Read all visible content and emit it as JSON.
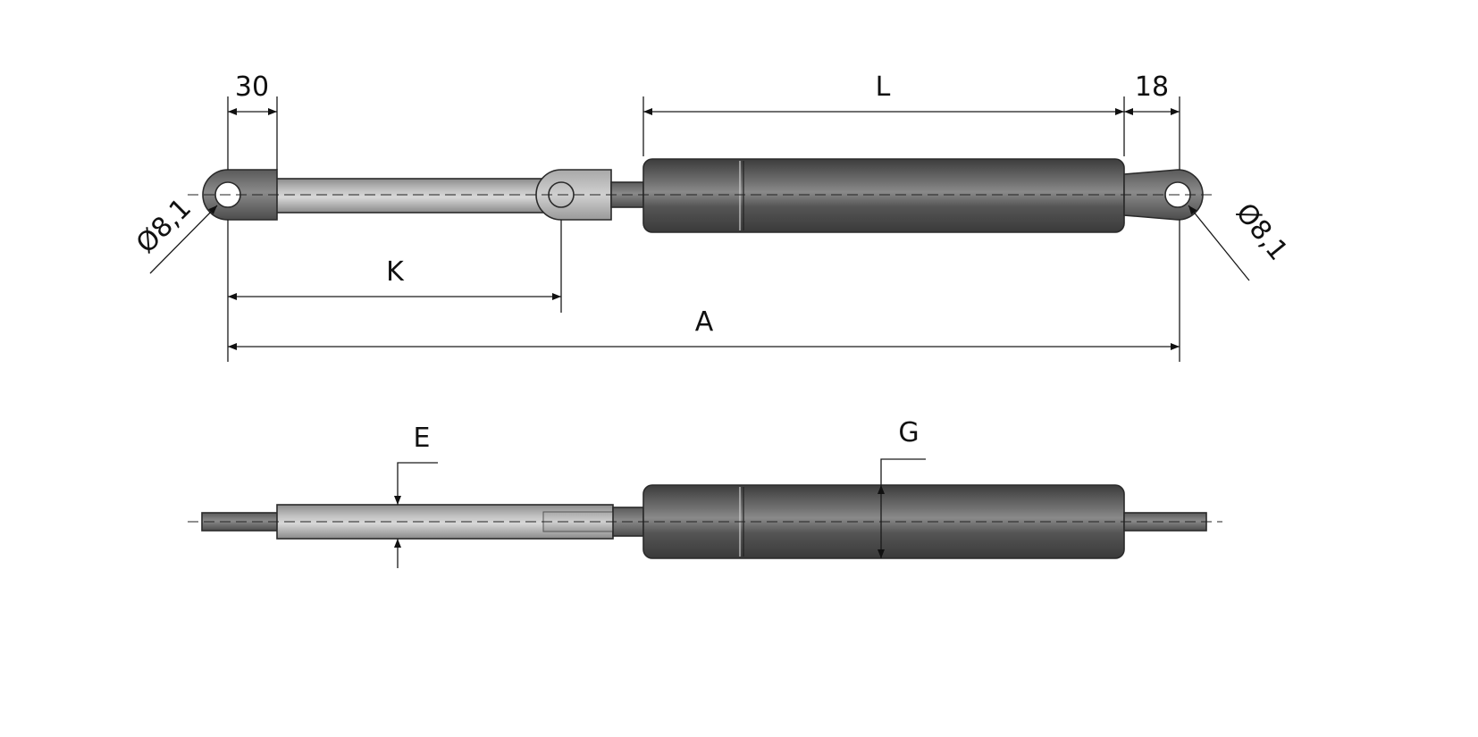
{
  "dimensions": {
    "eye_length_rod": "30",
    "eye_length_body": "18",
    "body_length": "L",
    "stroke": "K",
    "overall_length": "A",
    "rod_diameter": "E",
    "body_diameter": "G",
    "eye_hole_left": "Ø8,1",
    "eye_hole_right": "Ø8,1"
  },
  "colors": {
    "body": "#5a5a5a",
    "rod": "#b5b5b5",
    "line": "#1a1a1a"
  }
}
